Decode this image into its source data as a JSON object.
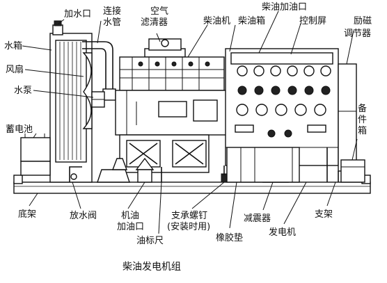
{
  "caption": "柴油发电机组",
  "labels": {
    "water_inlet": "加水口",
    "connect_pipe_1": "连接",
    "connect_pipe_2": "水管",
    "air_filter_1": "空气",
    "air_filter_2": "滤清器",
    "diesel_engine": "柴油机",
    "fuel_inlet": "柴油加油口",
    "fuel_tank": "柴油箱",
    "control_panel": "控制屏",
    "exciter_1": "励磁",
    "exciter_2": "调节器",
    "spare_box_1": "备",
    "spare_box_2": "件",
    "spare_box_3": "箱",
    "water_tank": "水箱",
    "fan": "风扇",
    "water_pump": "水泵",
    "battery": "蓄电池",
    "base_frame": "底架",
    "drain_valve": "放水阀",
    "oil_inlet_1": "机油",
    "oil_inlet_2": "加油口",
    "dipstick": "油标尺",
    "support_bolt_1": "支承螺钉",
    "support_bolt_2": "(安装时用)",
    "rubber_pad": "橡胶垫",
    "damper": "减震器",
    "generator": "发电机",
    "bracket": "支架"
  }
}
